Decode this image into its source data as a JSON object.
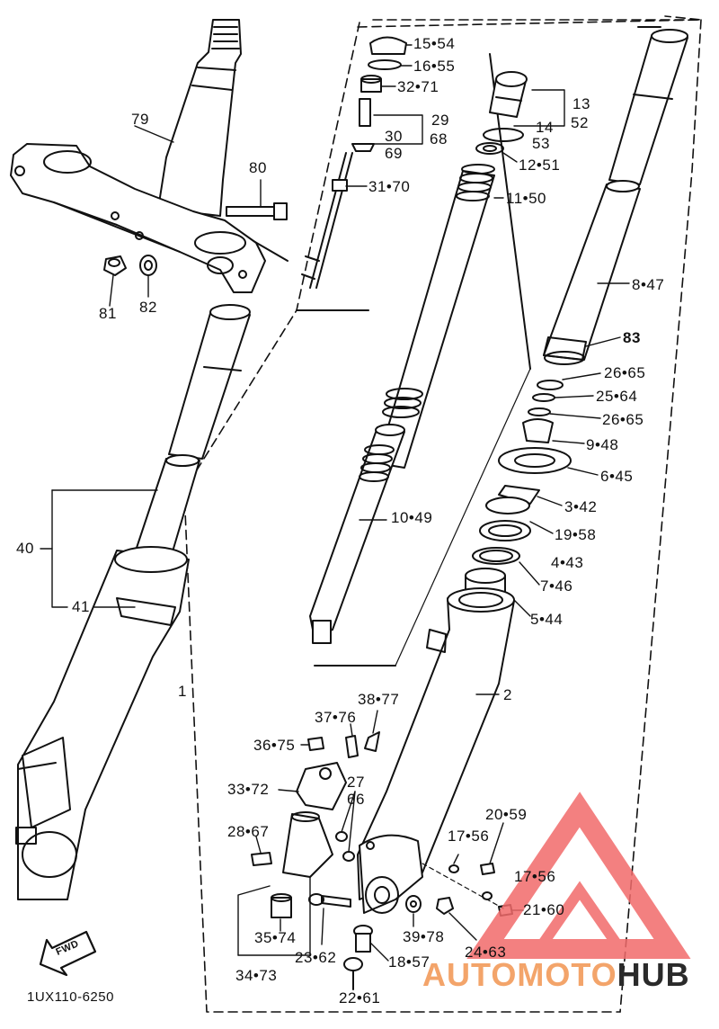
{
  "labels": {
    "l15_54": "15•54",
    "l16_55": "16•55",
    "l32_71": "32•71",
    "l29": "29",
    "l68": "68",
    "l30": "30",
    "l69": "69",
    "l31_70": "31•70",
    "l11_50": "11•50",
    "l12_51": "12•51",
    "l13": "13",
    "l52": "52",
    "l14": "14",
    "l53": "53",
    "l79": "79",
    "l80": "80",
    "l81": "81",
    "l82": "82",
    "l8_47": "8•47",
    "l83": "83",
    "l26_65a": "26•65",
    "l25_64": "25•64",
    "l26_65b": "26•65",
    "l9_48": "9•48",
    "l6_45": "6•45",
    "l3_42": "3•42",
    "l19_58": "19•58",
    "l4_43": "4•43",
    "l7_46": "7•46",
    "l5_44": "5•44",
    "l10_49": "10•49",
    "l40": "40",
    "l41": "41",
    "l1": "1",
    "l2": "2",
    "l38_77": "38•77",
    "l37_76": "37•76",
    "l36_75": "36•75",
    "l27": "27",
    "l66": "66",
    "l33_72": "33•72",
    "l28_67": "28•67",
    "l20_59": "20•59",
    "l17_56a": "17•56",
    "l17_56b": "17•56",
    "l21_60": "21•60",
    "l35_74": "35•74",
    "l23_62": "23•62",
    "l39_78": "39•78",
    "l18_57": "18•57",
    "l24_63": "24•63",
    "l34_73": "34•73",
    "l22_61": "22•61"
  },
  "fwd_label": "FWD",
  "diagram_code": "1UX110-6250",
  "watermark": {
    "part1": "AUTOMOTO",
    "part2": "HUB",
    "color_accent": "#f3a46a",
    "color_dark": "#2a2a2a"
  },
  "colors": {
    "ink": "#111111",
    "logo_red": "#f26b6b"
  }
}
